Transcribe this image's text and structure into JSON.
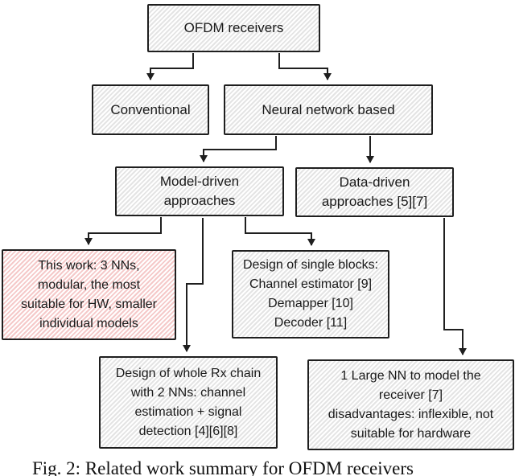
{
  "diagram": {
    "nodes": {
      "ofdm_receivers": {
        "label": "OFDM receivers"
      },
      "conventional": {
        "label": "Conventional"
      },
      "neural_network_based": {
        "label": "Neural network based"
      },
      "model_driven": {
        "label": "Model-driven\napproaches"
      },
      "data_driven": {
        "label": "Data-driven\napproaches [5][7]"
      },
      "this_work": {
        "label": "This work: 3 NNs,\nmodular, the most\nsuitable for HW, smaller\nindividual models"
      },
      "single_blocks": {
        "label": "Design of single blocks:\nChannel estimator [9]\nDemapper [10]\nDecoder [11]"
      },
      "whole_rx_chain": {
        "label": "Design of whole Rx chain\nwith 2 NNs: channel\nestimation + signal\ndetection [4][6][8]"
      },
      "large_nn": {
        "label": "1 Large NN to model the\nreceiver [7]\ndisadvantages: inflexible, not\nsuitable for hardware"
      }
    },
    "colors": {
      "node_stripe_fill": "#e4e4e4",
      "highlight_stripe_fill": "#f5c9c9",
      "border": "#1f1f1f",
      "connector": "#1f1f1f",
      "text": "#1a1a1a",
      "background": "#ffffff"
    }
  },
  "caption": {
    "text": "Fig. 2: Related work summary for OFDM receivers"
  }
}
